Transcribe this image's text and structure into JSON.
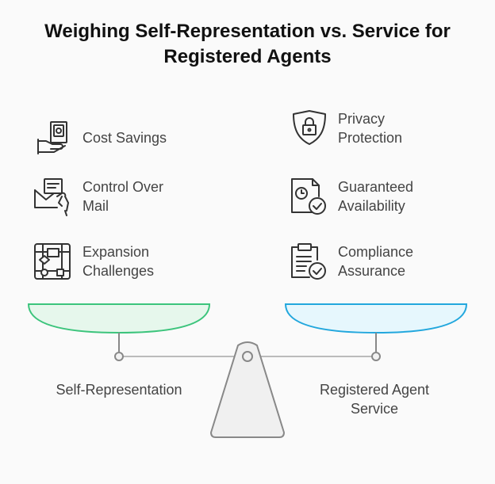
{
  "title": {
    "line1": "Weighing Self-Representation vs. Service for",
    "line2": "Registered Agents"
  },
  "left": {
    "side_label": "Self-Representation",
    "pan_color": "#e6f7ec",
    "pan_stroke": "#3cc47c",
    "items": [
      {
        "lines": [
          "Cost Savings"
        ],
        "icon": "money-hand-icon"
      },
      {
        "lines": [
          "Control Over",
          "Mail"
        ],
        "icon": "mail-hand-icon"
      },
      {
        "lines": [
          "Expansion",
          "Challenges"
        ],
        "icon": "flowchart-icon"
      }
    ]
  },
  "right": {
    "side_label_lines": [
      "Registered Agent",
      "Service"
    ],
    "pan_color": "#e6f7fd",
    "pan_stroke": "#22a7dd",
    "items": [
      {
        "lines": [
          "Privacy",
          "Protection"
        ],
        "icon": "shield-lock-icon"
      },
      {
        "lines": [
          "Guaranteed",
          "Availability"
        ],
        "icon": "clock-check-icon"
      },
      {
        "lines": [
          "Compliance",
          "Assurance"
        ],
        "icon": "clipboard-check-icon"
      }
    ]
  }
}
